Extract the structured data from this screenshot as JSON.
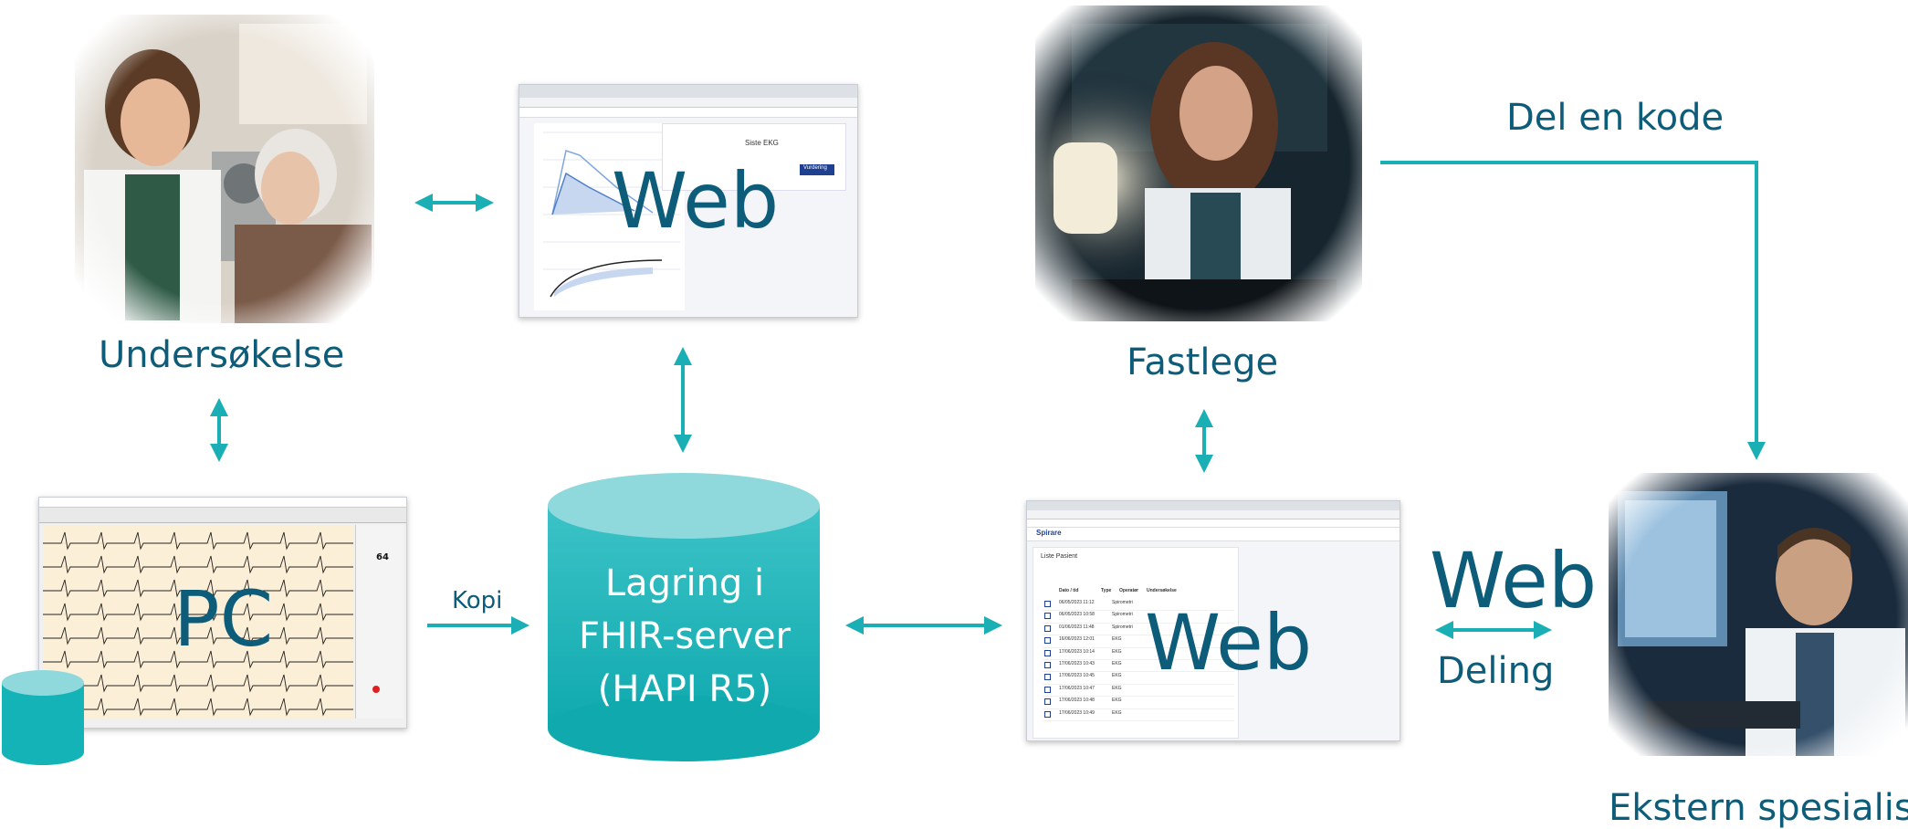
{
  "nodes": {
    "undersokelse": {
      "label": "Undersøkelse"
    },
    "fastlege": {
      "label": "Fastlege"
    },
    "ekstern": {
      "label": "Ekstern spesialist"
    },
    "web_top": {
      "label": "Web"
    },
    "web_bottom": {
      "label": "Web"
    },
    "web_share": {
      "label": "Web"
    },
    "pc": {
      "label": "PC"
    },
    "storage": {
      "line1": "Lagring i",
      "line2": "FHIR-server",
      "line3": "(HAPI R5)"
    }
  },
  "edges": {
    "kopi": "Kopi",
    "del_en_kode": "Del en kode",
    "deling": "Deling"
  },
  "colors": {
    "arrow": "#1aaeb5",
    "text": "#0d5c7a",
    "cylinder_top": "#8fd9dd",
    "cylinder_body": "#14b3b8"
  },
  "screens": {
    "web_top": {
      "panel_heading": "Siste EKG",
      "button": "Vurdering"
    },
    "web_bottom": {
      "app_name": "Spirare",
      "panel_title": "Liste Pasient",
      "columns": [
        "Dato / tid",
        "Type",
        "Operatør",
        "Undersøkelse"
      ],
      "rows": [
        [
          "06/05/2023 11:12",
          "Spirometri"
        ],
        [
          "06/05/2023 10:58",
          "Spirometri"
        ],
        [
          "01/06/2023 11:48",
          "Spirometri"
        ],
        [
          "16/06/2023 12:01",
          "EKG"
        ],
        [
          "17/06/2023 10:14",
          "EKG"
        ],
        [
          "17/06/2023 10:43",
          "EKG"
        ],
        [
          "17/06/2023 10:45",
          "EKG"
        ],
        [
          "17/06/2023 10:47",
          "EKG"
        ],
        [
          "17/06/2023 10:48",
          "EKG"
        ],
        [
          "17/06/2023 10:49",
          "EKG"
        ]
      ]
    },
    "pc": {
      "heart_rate": "64"
    }
  }
}
